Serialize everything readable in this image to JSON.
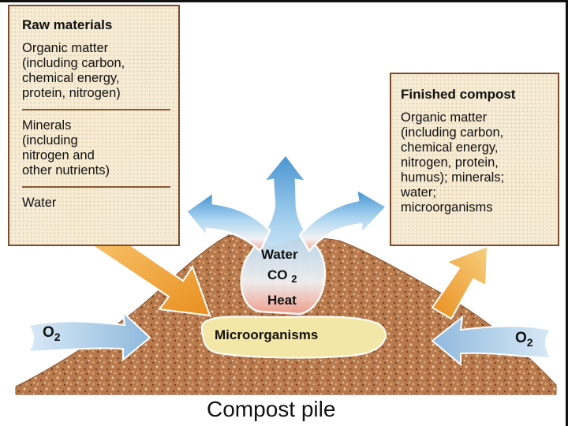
{
  "raw_materials": {
    "title": "Raw materials",
    "organic": "Organic matter\n(including carbon,\nchemical energy,\nprotein, nitrogen)",
    "minerals": "Minerals\n(including\nnitrogen and\nother nutrients)",
    "water": "Water"
  },
  "finished_compost": {
    "title": "Finished compost",
    "text": "Organic matter\n(including carbon,\nchemical energy,\nnitrogen, protein,\nhumus); minerals;\nwater;\nmicroorganisms"
  },
  "outputs": {
    "water": "Water",
    "co2_base": "CO",
    "co2_sub": "2",
    "heat": "Heat"
  },
  "microorganisms": "Microorganisms",
  "oxygen_left": {
    "base": "O",
    "sub": "2"
  },
  "oxygen_right": {
    "base": "O",
    "sub": "2"
  },
  "caption": "Compost pile",
  "colors": {
    "pile": "#b5764a",
    "box_fill": "#f6ecd6",
    "box_border": "#7a4a2a",
    "input_arrow": "#f2a531",
    "steam_top": "#4f9ed6",
    "heat_pink": "#ee8a7a",
    "micro_fill": "#f3e7a8",
    "oxygen_arrow": "#a9cbe6"
  }
}
